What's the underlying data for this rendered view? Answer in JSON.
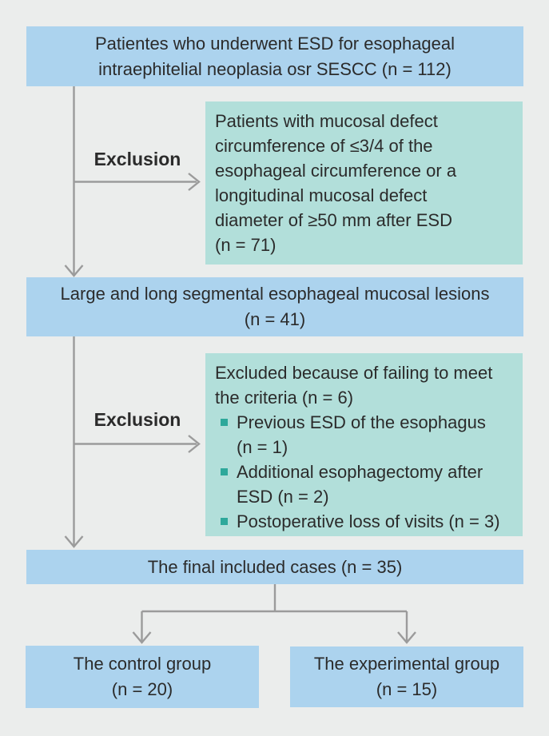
{
  "colors": {
    "background": "#ebedec",
    "box_blue": "#acd3ee",
    "box_teal": "#b2dfda",
    "bullet_teal": "#2ea89b",
    "connector_gray": "#9b9b9b",
    "text": "#2b2b2b"
  },
  "labels": {
    "exclusion1": "Exclusion",
    "exclusion2": "Exclusion"
  },
  "boxes": {
    "top": {
      "lines": [
        "Patientes who underwent ESD for esophageal",
        "intraephitelial neoplasia osr SESCC (n = 112)"
      ]
    },
    "exclusion_criteria_1": {
      "lines": [
        "Patients with mucosal defect",
        "circumference of ≤3/4 of the",
        "esophageal circumference or a",
        "longitudinal mucosal defect",
        "diameter of ≥50 mm after ESD",
        "(n = 71)"
      ]
    },
    "middle": {
      "lines": [
        "Large and long segmental esophageal mucosal lesions",
        "(n = 41)"
      ]
    },
    "exclusion_criteria_2": {
      "heading_lines": [
        "Excluded because of failing to meet",
        "the criteria (n = 6)"
      ],
      "bullets": [
        [
          "Previous ESD of the esophagus",
          "(n = 1)"
        ],
        [
          "Additional esophagectomy after",
          "ESD (n = 2)"
        ],
        [
          "Postoperative loss of visits (n = 3)",
          ""
        ]
      ]
    },
    "final": {
      "text": "The final included cases (n = 35)"
    },
    "control": {
      "lines": [
        "The control group",
        "(n = 20)"
      ]
    },
    "experimental": {
      "lines": [
        "The experimental group",
        "(n = 15)"
      ]
    }
  }
}
